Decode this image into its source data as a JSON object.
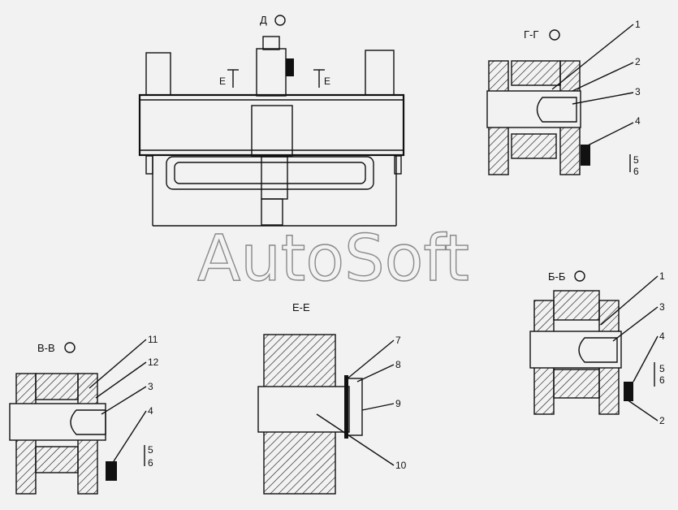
{
  "drawing": {
    "watermark": "AutoSoft",
    "views": {
      "top": {
        "title": "Д",
        "arrow_left": "Е",
        "arrow_right": "Е"
      },
      "gg": {
        "title": "Г-Г",
        "callouts": [
          "1",
          "2",
          "3",
          "4",
          "5",
          "6"
        ]
      },
      "bb": {
        "title": "Б-Б",
        "callouts": [
          "1",
          "3",
          "4",
          "5",
          "6",
          "2"
        ]
      },
      "vv": {
        "title": "В-В",
        "callouts": [
          "11",
          "12",
          "3",
          "4",
          "5",
          "6"
        ]
      },
      "ee": {
        "title": "Е-Е",
        "callouts": [
          "7",
          "8",
          "9",
          "10"
        ]
      }
    }
  }
}
